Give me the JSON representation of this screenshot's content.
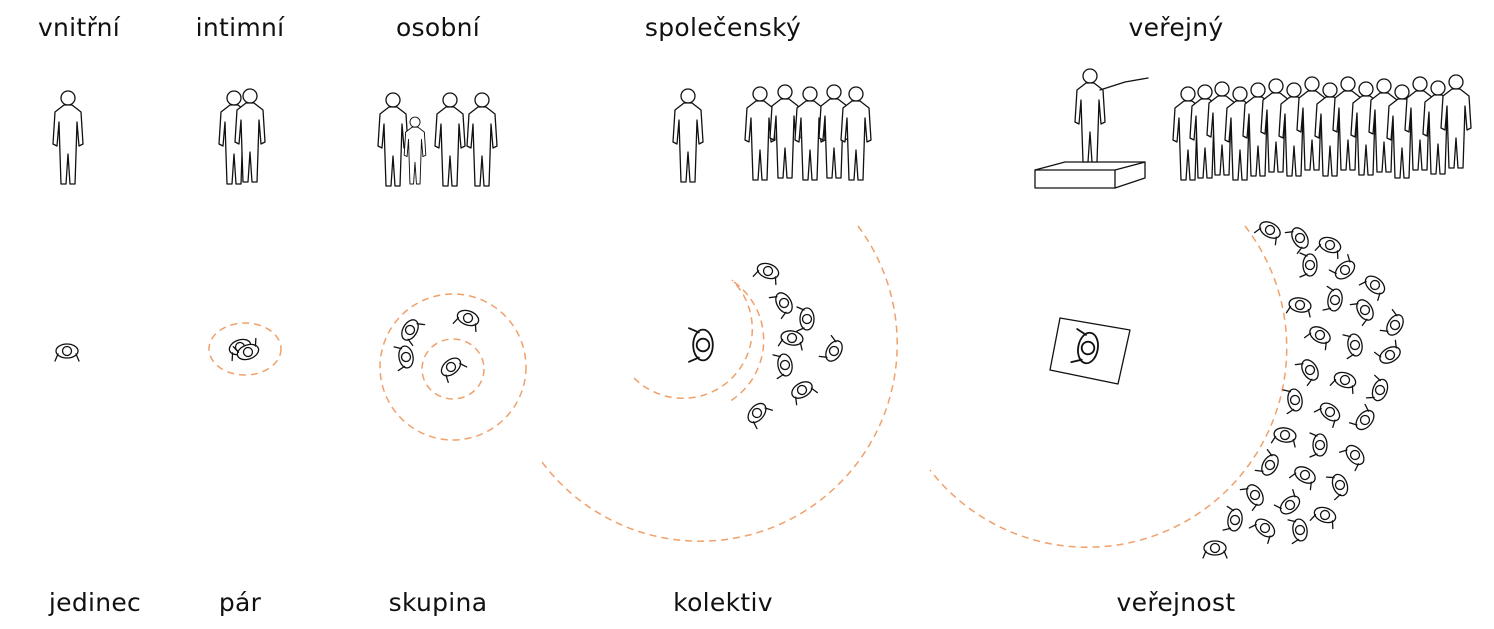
{
  "top_labels": {
    "inner": "vnitřní",
    "intimate": "intimní",
    "personal": "osobní",
    "social": "společenský",
    "public": "veřejný"
  },
  "bottom_labels": {
    "individual": "jedinec",
    "pair": "pár",
    "group": "skupina",
    "collective": "kolektiv",
    "public": "veřejnost"
  },
  "colors": {
    "ring": "#f0a06a",
    "ink": "#111111"
  }
}
